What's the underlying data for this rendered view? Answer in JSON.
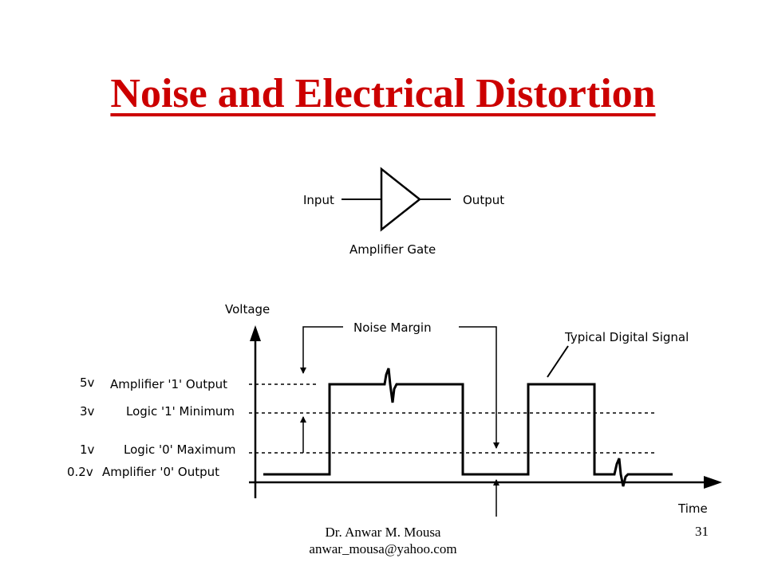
{
  "slide": {
    "title": "Noise and Electrical Distortion",
    "page_number": "31",
    "footer": {
      "author": "Dr. Anwar M. Mousa",
      "email": "anwar_mousa@yahoo.com"
    }
  },
  "amplifier": {
    "input_label": "Input",
    "output_label": "Output",
    "gate_label": "Amplifier Gate"
  },
  "signal_diagram": {
    "y_axis_label": "Voltage",
    "x_axis_label": "Time",
    "levels": [
      {
        "voltage_label": "5v",
        "description": "Amplifier '1' Output"
      },
      {
        "voltage_label": "3v",
        "description": "Logic '1' Minimum"
      },
      {
        "voltage_label": "1v",
        "description": "Logic '0' Maximum"
      },
      {
        "voltage_label": "0.2v",
        "description": "Amplifier '0' Output"
      }
    ],
    "noise_margin_label": "Noise Margin",
    "signal_label": "Typical Digital Signal"
  }
}
